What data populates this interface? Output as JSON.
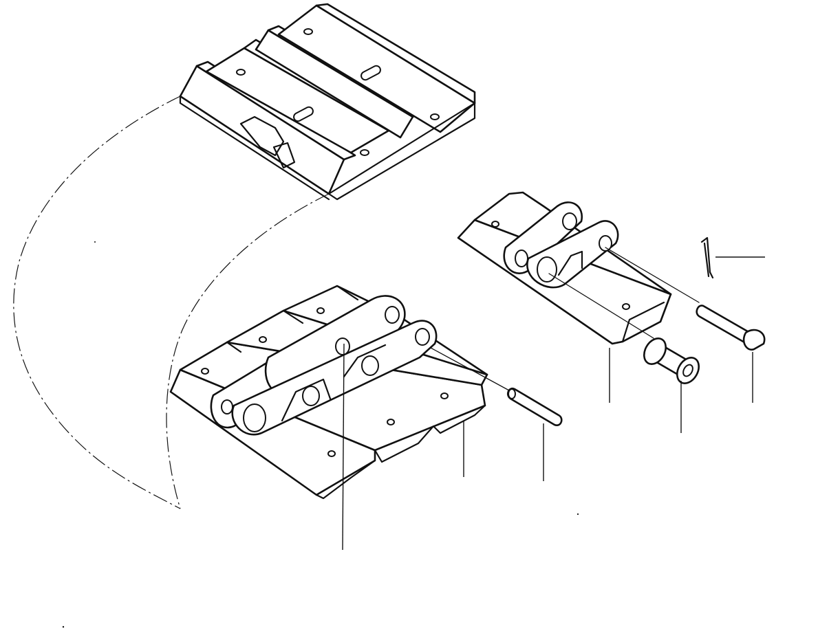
{
  "diagram": {
    "style": "exploded parts line drawing",
    "parts": [
      {
        "id": "track-shoe-assembly",
        "icon": "track-shoe-icon"
      },
      {
        "id": "track-link-assembly",
        "icon": "track-link-icon"
      },
      {
        "id": "track-shoe-section",
        "icon": "track-shoe-icon"
      },
      {
        "id": "master-pin",
        "icon": "pin-icon"
      },
      {
        "id": "shoe-with-links",
        "icon": "track-link-icon"
      },
      {
        "id": "bushing",
        "icon": "bushing-icon"
      },
      {
        "id": "headed-pin",
        "icon": "pin-icon"
      },
      {
        "id": "cotter-pin",
        "icon": "cotter-pin-icon"
      }
    ],
    "colors": {
      "ink": "#111111",
      "paper": "#ffffff"
    }
  }
}
